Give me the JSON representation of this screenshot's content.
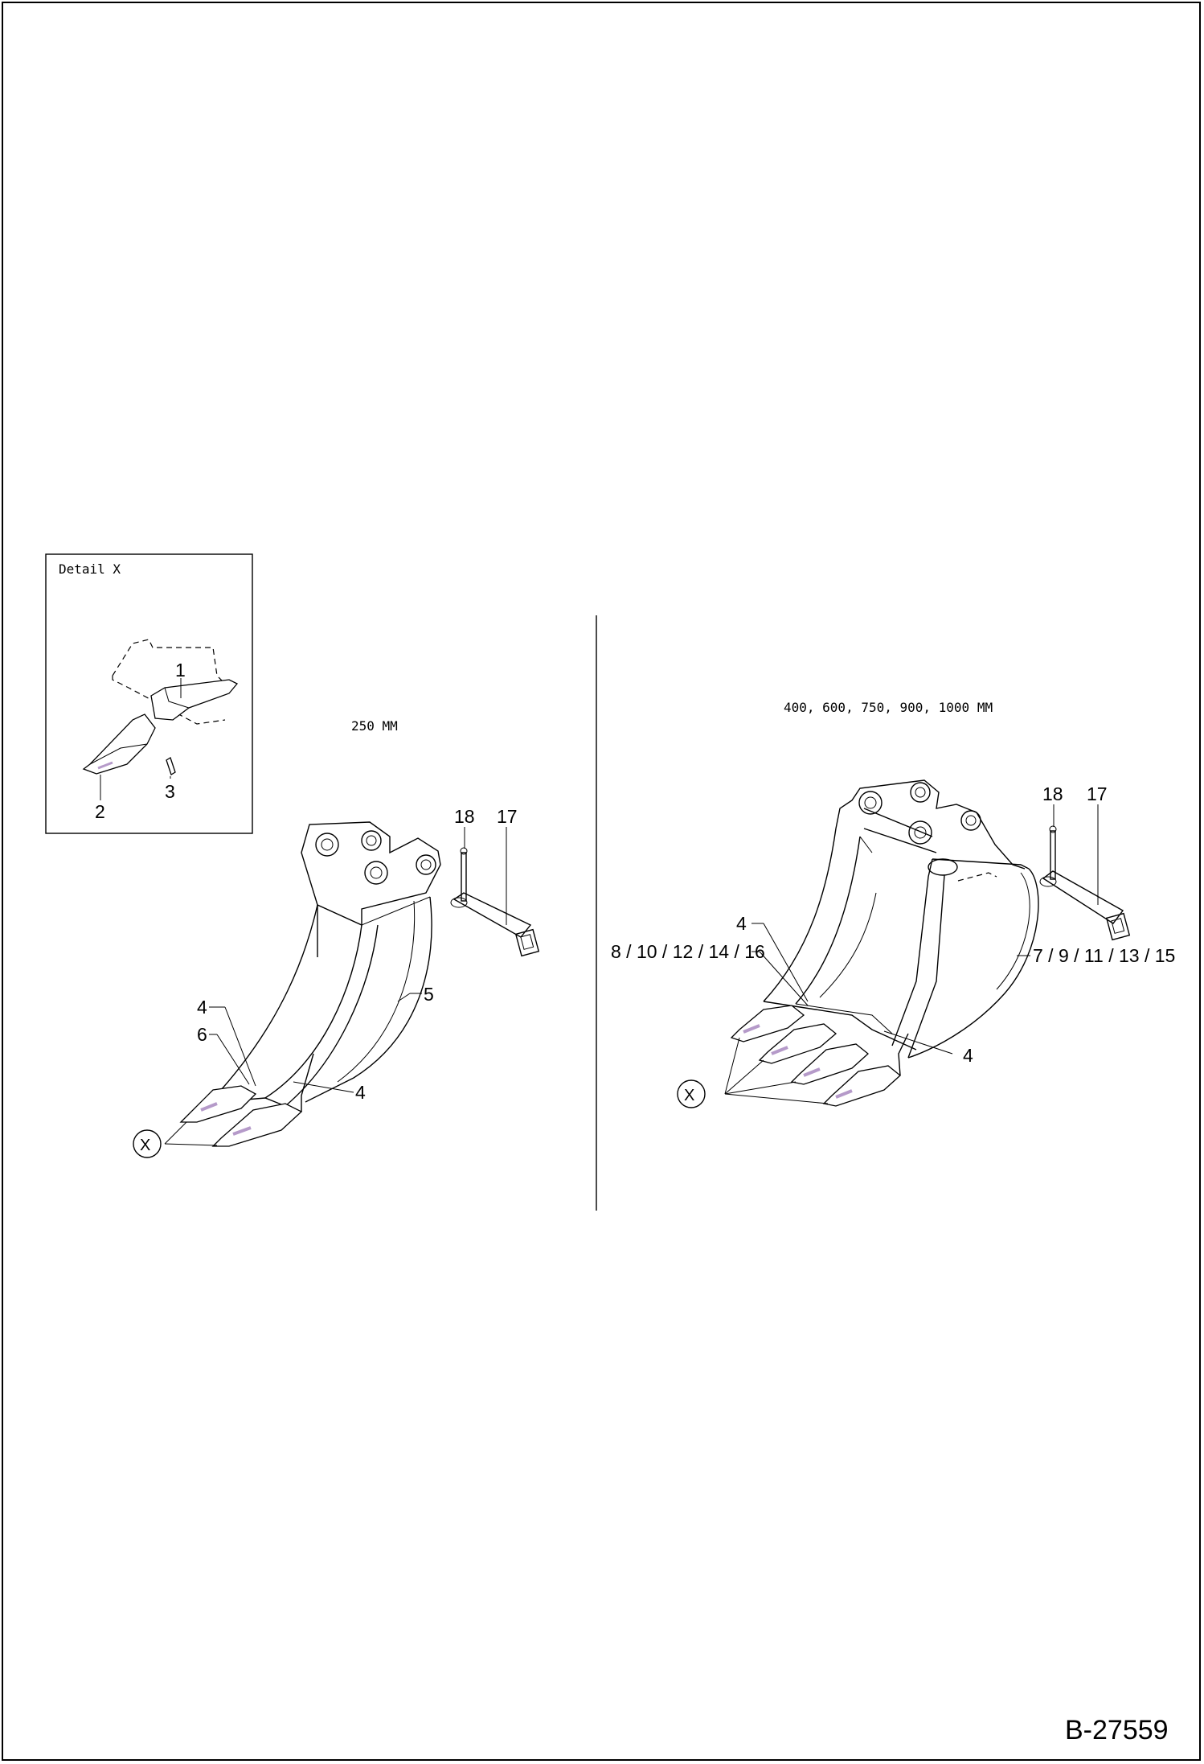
{
  "detail_box": {
    "title": "Detail  X",
    "callouts": [
      "1",
      "2",
      "3"
    ]
  },
  "left_view": {
    "size_caption": "250  MM",
    "callouts": {
      "pin_lock": "18",
      "pin": "17",
      "adapter_top": "4",
      "side_cutter": "6",
      "adapter_bottom": "4",
      "bucket": "5",
      "detail_ref": "X"
    }
  },
  "right_view": {
    "size_caption": "400,  600,  750,  900,  1000  MM",
    "callouts": {
      "pin_lock": "18",
      "pin": "17",
      "adapter_top": "4",
      "side_cutters": "8 / 10 / 12 / 14 / 16",
      "bucket": "7 / 9 / 11 / 13 / 15",
      "adapter_bottom": "4",
      "detail_ref": "X"
    }
  },
  "document_id": "B-27559"
}
